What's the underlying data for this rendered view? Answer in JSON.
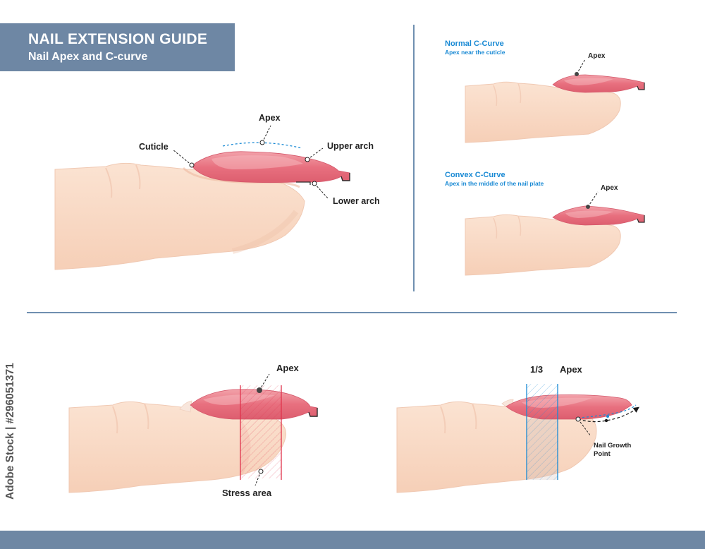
{
  "header": {
    "title": "NAIL EXTENSION GUIDE",
    "subtitle": "Nail Apex and C-curve"
  },
  "main_diagram": {
    "labels": {
      "apex": "Apex",
      "cuticle": "Cuticle",
      "upper_arch": "Upper arch",
      "lower_arch": "Lower arch"
    }
  },
  "normal_curve": {
    "title": "Normal C-Curve",
    "caption": "Apex near the cuticle",
    "apex_label": "Apex"
  },
  "convex_curve": {
    "title": "Convex C-Curve",
    "caption": "Apex in the middle of the nail plate",
    "apex_label": "Apex"
  },
  "stress_diagram": {
    "apex_label": "Apex",
    "stress_label": "Stress area"
  },
  "growth_diagram": {
    "fraction_label": "1/3",
    "apex_label": "Apex",
    "growth_point_line1": "Nail Growth",
    "growth_point_line2": "Point"
  },
  "watermark": {
    "stock_id": "Adobe Stock | #296051371"
  },
  "colors": {
    "banner": "#6e87a4",
    "skin": "#fadac6",
    "skin_shadow": "#eec4aa",
    "nail": "#e8707f",
    "nail_highlight": "#f0a3ab",
    "accent_blue": "#1a8ad4",
    "stress_red": "#e0334c",
    "divider": "#6f8fb0"
  }
}
